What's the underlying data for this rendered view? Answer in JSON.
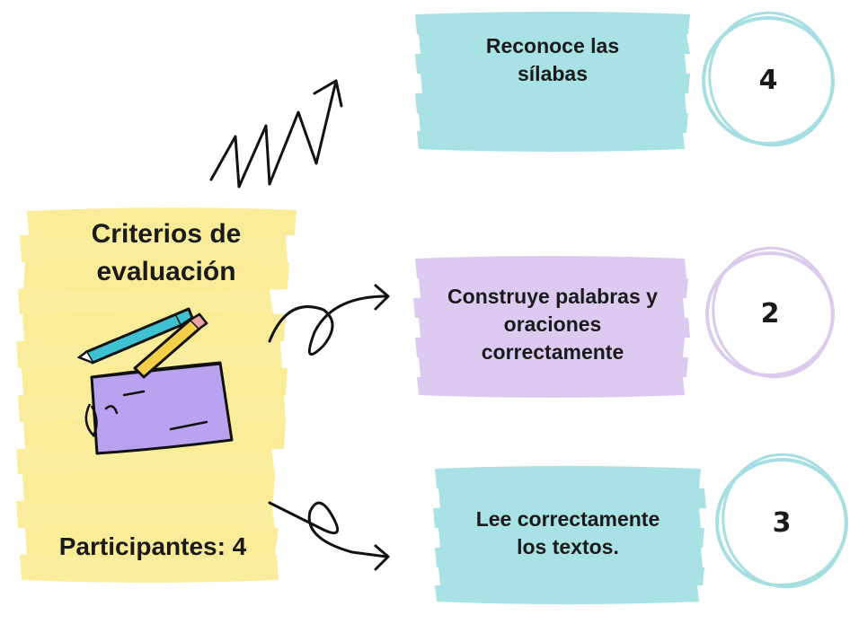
{
  "heading": {
    "line1": "Criterios de",
    "line2": "evaluación"
  },
  "participants": {
    "label": "Participantes: 4"
  },
  "criteria": [
    {
      "lines": [
        "Reconoce las",
        "sílabas"
      ],
      "score": "4",
      "color": "#a9e2e4",
      "ring": "#a6dfe3"
    },
    {
      "lines": [
        "Construye palabras y",
        "oraciones",
        "correctamente"
      ],
      "score": "2",
      "color": "#ddcaf0",
      "ring": "#ddcbee"
    },
    {
      "lines": [
        "Lee correctamente",
        "los textos."
      ],
      "score": "3",
      "color": "#a9e2e4",
      "ring": "#a6dfe3"
    }
  ],
  "colors": {
    "highlight_yellow": "#fbeb94",
    "pouch": "#b9a2f0",
    "pen": "#3ec1d3",
    "pencil": "#f3cf4a"
  },
  "icons": [
    "pencil-case-icon",
    "pen-icon",
    "pencil-icon",
    "zigzag-arrow-icon",
    "loop-arrow-icon"
  ]
}
